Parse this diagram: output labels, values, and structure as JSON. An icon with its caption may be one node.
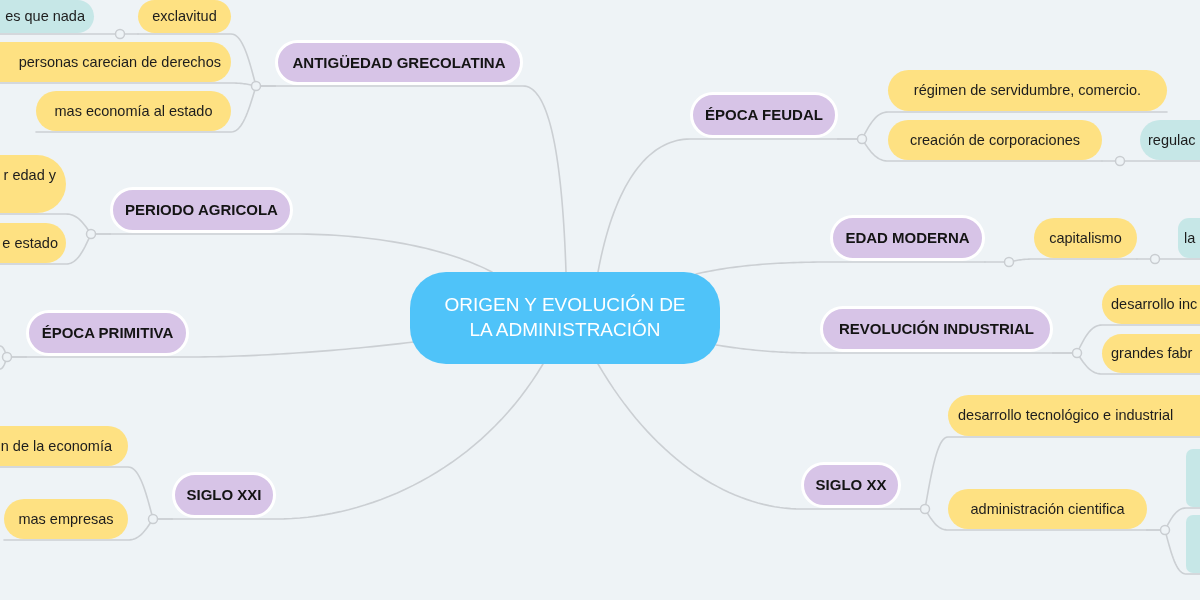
{
  "diagram": {
    "nodes": [
      {
        "text": [
          "ORIGEN Y EVOLUCIÓN DE LA ADMINISTRACIÓN"
        ]
      },
      {
        "text": [
          "ANTIGÜEDAD GRECOLATINA"
        ]
      },
      {
        "text": [
          "exclavitud"
        ]
      },
      {
        "text": [
          "es que nada"
        ]
      },
      {
        "text": [
          "personas carecian de derechos"
        ]
      },
      {
        "text": [
          "mas economía al estado"
        ]
      },
      {
        "text": [
          "PERIODO AGRICOLA"
        ]
      },
      {
        "text": [
          "r edad y"
        ]
      },
      {
        "text": [
          "e estado"
        ]
      },
      {
        "text": [
          "ÉPOCA PRIMITIVA"
        ]
      },
      {
        "text": [
          "SIGLO XXI"
        ]
      },
      {
        "text": [
          "n de la economía"
        ]
      },
      {
        "text": [
          "mas empresas"
        ]
      },
      {
        "text": [
          "ÉPOCA FEUDAL"
        ]
      },
      {
        "text": [
          "régimen de servidumbre, comercio."
        ]
      },
      {
        "text": [
          "creación de corporaciones"
        ]
      },
      {
        "text": [
          "regulac"
        ]
      },
      {
        "text": [
          "EDAD MODERNA"
        ]
      },
      {
        "text": [
          "capitalismo"
        ]
      },
      {
        "text": [
          "la"
        ]
      },
      {
        "text": [
          "REVOLUCIÓN INDUSTRIAL"
        ]
      },
      {
        "text": [
          "desarrollo inc"
        ]
      },
      {
        "text": [
          "grandes fabr"
        ]
      },
      {
        "text": [
          "SIGLO XX"
        ]
      },
      {
        "text": [
          "desarrollo tecnológico e industrial"
        ]
      },
      {
        "text": [
          "administración cientifica"
        ]
      },
      {
        "text": [],
        "shape": "pill"
      },
      {
        "text": [],
        "shape": "pill"
      }
    ],
    "edges": [
      {
        "from": 0,
        "to": 1,
        "arrow": "none"
      },
      {
        "from": 1,
        "to": 2,
        "arrow": "none"
      },
      {
        "from": 2,
        "to": 3,
        "arrow": "none"
      },
      {
        "from": 1,
        "to": 4,
        "arrow": "none"
      },
      {
        "from": 1,
        "to": 5,
        "arrow": "none"
      },
      {
        "from": 0,
        "to": 6,
        "arrow": "none"
      },
      {
        "from": 6,
        "to": 7,
        "arrow": "none"
      },
      {
        "from": 6,
        "to": 8,
        "arrow": "none"
      },
      {
        "from": 0,
        "to": 9,
        "arrow": "none"
      },
      {
        "from": 9,
        "to": null,
        "arrow": "none"
      },
      {
        "from": 9,
        "to": null,
        "arrow": "none"
      },
      {
        "from": 0,
        "to": 10,
        "arrow": "none"
      },
      {
        "from": 10,
        "to": 11,
        "arrow": "none"
      },
      {
        "from": 10,
        "to": 12,
        "arrow": "none"
      },
      {
        "from": 0,
        "to": 13,
        "arrow": "none"
      },
      {
        "from": 13,
        "to": 14,
        "arrow": "none"
      },
      {
        "from": 13,
        "to": 15,
        "arrow": "none"
      },
      {
        "from": 15,
        "to": 16,
        "arrow": "none"
      },
      {
        "from": 0,
        "to": 17,
        "arrow": "none"
      },
      {
        "from": 17,
        "to": 18,
        "arrow": "none"
      },
      {
        "from": 18,
        "to": 19,
        "arrow": "none"
      },
      {
        "from": 0,
        "to": 20,
        "arrow": "none"
      },
      {
        "from": 20,
        "to": 21,
        "arrow": "none"
      },
      {
        "from": 20,
        "to": 22,
        "arrow": "none"
      },
      {
        "from": 0,
        "to": 23,
        "arrow": "none"
      },
      {
        "from": 23,
        "to": 24,
        "arrow": "none"
      },
      {
        "from": 23,
        "to": 25,
        "arrow": "none"
      },
      {
        "from": 25,
        "to": 26,
        "arrow": "none"
      },
      {
        "from": 25,
        "to": 27,
        "arrow": "none"
      }
    ]
  }
}
